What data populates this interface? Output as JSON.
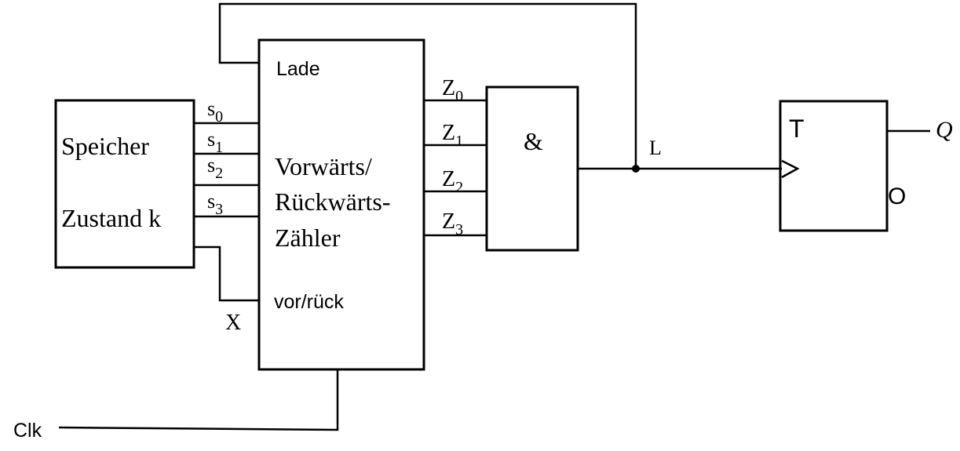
{
  "memory": {
    "line1": "Speicher",
    "line2": "Zustand k"
  },
  "counter": {
    "line1": "Vorwärts/",
    "line2": "Rückwärts-",
    "line3": "Zähler",
    "load_label": "Lade",
    "dir_label": "vor/rück"
  },
  "state_signals": [
    {
      "base": "s",
      "sub": "0"
    },
    {
      "base": "s",
      "sub": "1"
    },
    {
      "base": "s",
      "sub": "2"
    },
    {
      "base": "s",
      "sub": "3"
    }
  ],
  "count_signals": [
    {
      "base": "Z",
      "sub": "0"
    },
    {
      "base": "Z",
      "sub": "1"
    },
    {
      "base": "Z",
      "sub": "2"
    },
    {
      "base": "Z",
      "sub": "3"
    }
  ],
  "and_gate": {
    "symbol": "&"
  },
  "flipflop": {
    "type_label": "T",
    "output_label": "Q",
    "inverted_output_symbol": "O"
  },
  "labels": {
    "x_input": "X",
    "load_signal": "L",
    "clock": "Clk"
  }
}
